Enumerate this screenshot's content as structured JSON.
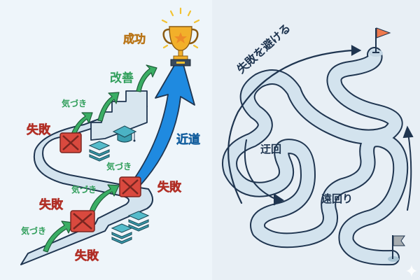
{
  "left_panel": {
    "success_label": "成功",
    "improve_label": "改善",
    "shortcut_label": "近道",
    "fail_labels": [
      "失敗",
      "失敗",
      "失敗",
      "失敗"
    ],
    "notice_labels": [
      "気づき",
      "気づき",
      "気づき",
      "気づき"
    ],
    "icons": [
      "trophy-icon",
      "failure-x-box-icon",
      "graduation-cap-icon",
      "book-stack-icon",
      "growth-arrow-icon",
      "shortcut-arrow-icon"
    ]
  },
  "right_panel": {
    "avoid_label": "失敗を避ける",
    "detour_label": "迂回",
    "long_way_label": "遠回り",
    "icons": [
      "goal-flag-icon",
      "start-flag-icon",
      "winding-path",
      "sparkle-icon"
    ]
  },
  "colors": {
    "left_bg": "#eef5fa",
    "right_bg": "#e8eff5",
    "fail_red": "#e0463a",
    "notice_green": "#2f9e5a",
    "success_gold": "#f0a422",
    "shortcut_blue": "#1f8ae0",
    "outline_navy": "#1f3550",
    "path_fill": "#d3e3ee",
    "goal_flag": "#ef7a4e",
    "start_flag": "#a7adb1"
  }
}
